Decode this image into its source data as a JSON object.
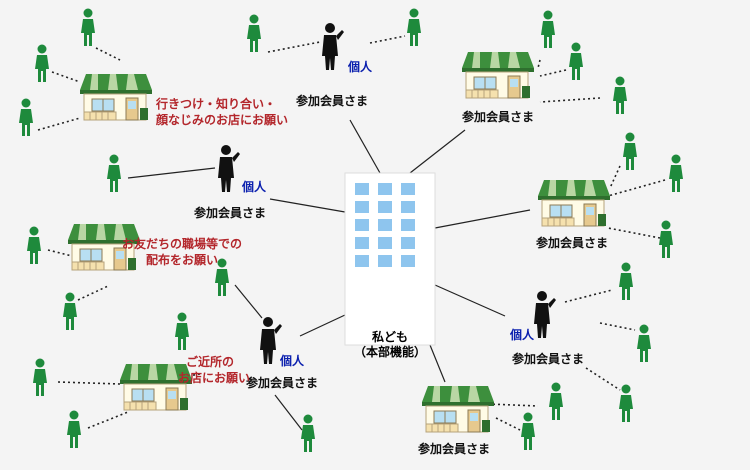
{
  "labels": {
    "member": "参加会員さま",
    "individual": "個人",
    "center_line1": "私ども",
    "center_line2": "（本部機能）"
  },
  "notes": {
    "note1_line1": "行きつけ・知り合い・",
    "note1_line2": "顔なじみのお店にお願い",
    "note2_line1": "お友だちの職場等での",
    "note2_line2": "配布をお願い",
    "note3_line1": "ご近所の",
    "note3_line2": "お店にお願い"
  },
  "colors": {
    "person": "#1e8a3c",
    "awning": "#3d8f3d",
    "text_note": "#b3262b",
    "text_individual": "#0a1fae"
  }
}
